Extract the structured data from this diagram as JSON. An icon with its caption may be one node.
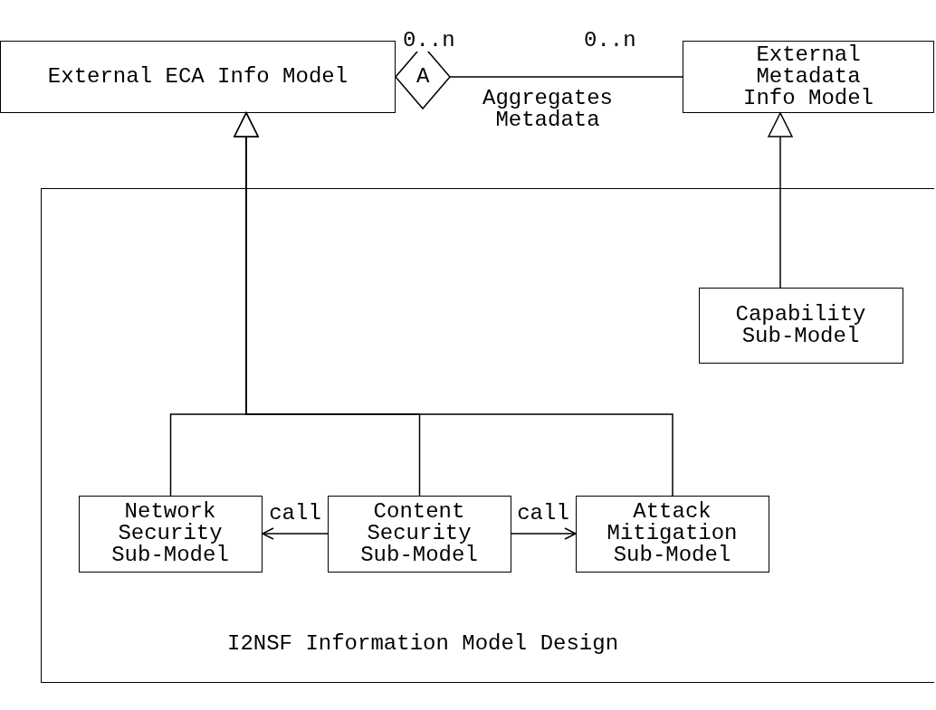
{
  "diagram": {
    "nodes": [
      {
        "text": [
          "External ECA Info Model"
        ]
      },
      {
        "text": [
          "External Metadata Info Model"
        ]
      },
      {
        "text": [
          "I2NSF Information Model Design"
        ]
      },
      {
        "text": [
          "Capability Sub-Model"
        ],
        "in": 2
      },
      {
        "text": [
          "Network Security Sub-Model"
        ],
        "in": 2
      },
      {
        "text": [
          "Content Security Sub-Model"
        ],
        "in": 2
      },
      {
        "text": [
          "Attack Mitigation Sub-Model"
        ],
        "in": 2
      }
    ],
    "edges": [
      {
        "from": 0,
        "to": 1,
        "arrow": "other",
        "label": "Aggregates Metadata"
      },
      {
        "from": 4,
        "to": 0,
        "arrow": "to"
      },
      {
        "from": 5,
        "to": 0,
        "arrow": "to"
      },
      {
        "from": 6,
        "to": 0,
        "arrow": "to"
      },
      {
        "from": 3,
        "to": 1,
        "arrow": "to"
      },
      {
        "from": 5,
        "to": 4,
        "arrow": "to",
        "label": "call"
      },
      {
        "from": 5,
        "to": 6,
        "arrow": "to",
        "label": "call"
      }
    ],
    "labels": [
      "0..n",
      "0..n",
      "A"
    ]
  }
}
